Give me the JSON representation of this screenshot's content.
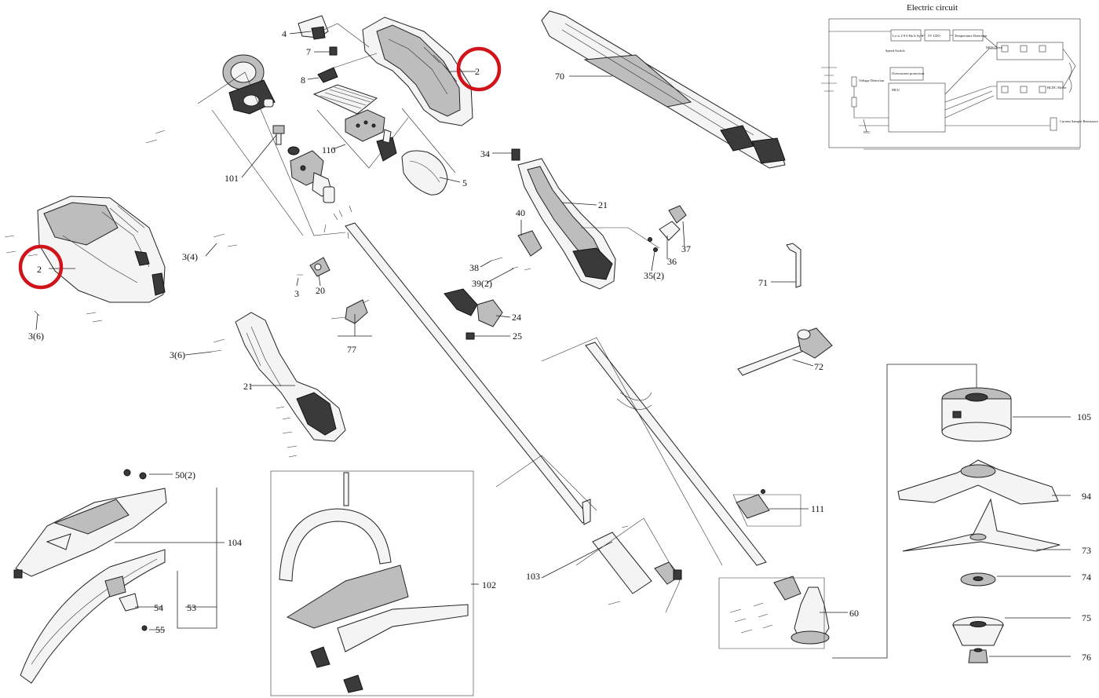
{
  "labels": {
    "p4": "4",
    "p7": "7",
    "p8": "8",
    "p2_top": "2",
    "p70": "70",
    "p110": "110",
    "p5": "5",
    "p101": "101",
    "p34": "34",
    "p21_top": "21",
    "p40": "40",
    "p38": "38",
    "p39": "39(2)",
    "p36": "36",
    "p37": "37",
    "p35": "35(2)",
    "p24": "24",
    "p25": "25",
    "p71": "71",
    "p72": "72",
    "p2_left": "2",
    "p3_4": "3(4)",
    "p3": "3",
    "p20": "20",
    "p77": "77",
    "p3_6a": "3(6)",
    "p3_6b": "3(6)",
    "p21_bot": "21",
    "p50": "50(2)",
    "p104": "104",
    "p54": "54",
    "p53": "53",
    "p55": "55",
    "p102": "102",
    "p103": "103",
    "p111": "111",
    "p60": "60",
    "p105": "105",
    "p94": "94",
    "p73": "73",
    "p74": "74",
    "p75": "75",
    "p76": "76"
  },
  "circuit": {
    "title": "Electric circuit",
    "lbl_a": "Lo w 2 0 0 Ha lf Sy n",
    "lbl_b": "Speed Switch",
    "lbl_c": "MCU",
    "lbl_d": "Voltage Detection",
    "lbl_e": "Current Sample Resistance",
    "lbl_f": "MOS Drive",
    "lbl_g": "BLDC Motor",
    "lbl_h": "Overcurrent protection",
    "lbl_i": "NTC",
    "lbl_j": "5V LDO",
    "lbl_k": "Temperature Detection"
  },
  "highlight": {
    "color": "#d0141c"
  }
}
